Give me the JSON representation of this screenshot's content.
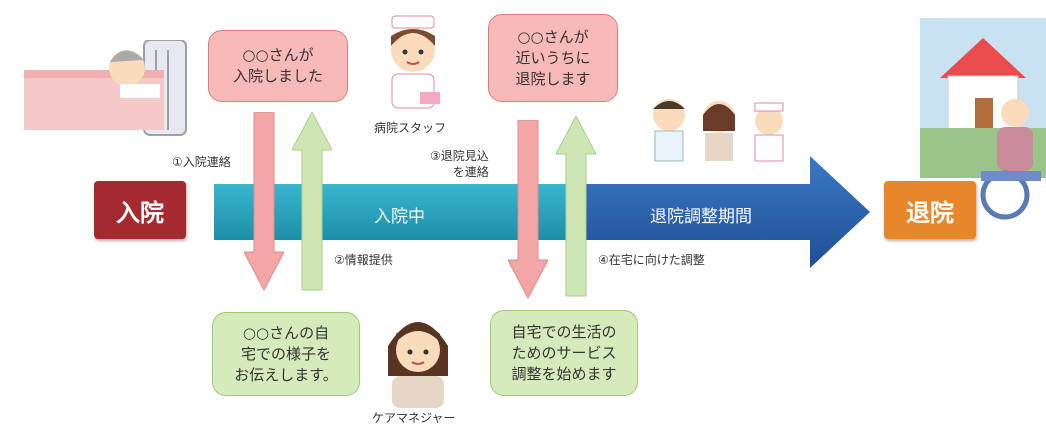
{
  "stages": {
    "admission": "入院",
    "discharge": "退院"
  },
  "bar": {
    "during": "入院中",
    "coordination": "退院調整期間"
  },
  "people": {
    "hospital_staff": "病院スタッフ",
    "care_manager": "ケアマネジャー"
  },
  "bubbles": {
    "admitted": "○○さんが\n入院しました",
    "discharge_soon": "○○さんが\n近いうちに\n退院します",
    "home_situation": "○○さんの自\n宅での様子を\nお伝えします。",
    "start_service": "自宅での生活の\nためのサービス\n調整を始めます"
  },
  "steps": {
    "step1": "①入院連絡",
    "step2": "②情報提供",
    "step3": "③退院見込\nを連絡",
    "step4": "④在宅に向けた調整"
  },
  "colors": {
    "admission": "#a52a2f",
    "discharge": "#e8872a",
    "bar_start": "#29a5bf",
    "bar_end": "#2a5fa8",
    "arrow_red": "#f3a6a6",
    "arrow_green": "#cde6b4"
  },
  "icons": [
    "patient-in-bed-icon",
    "nurse-icon",
    "care-manager-icon",
    "doctor-icon",
    "house-icon",
    "wheelchair-elder-icon"
  ]
}
